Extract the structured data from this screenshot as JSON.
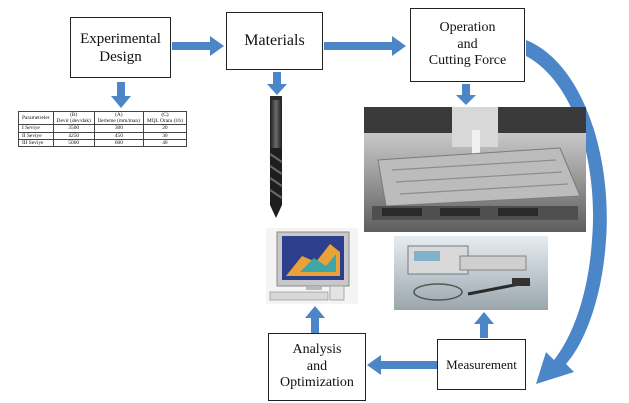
{
  "colors": {
    "arrow": "#4a86c8",
    "border": "#222222"
  },
  "boxes": {
    "experimental_design": "Experimental\nDesign",
    "materials": "Materials",
    "operation": "Operation\nand\nCutting Force",
    "measurement": "Measurement",
    "analysis": "Analysis\nand\nOptimization"
  },
  "table": {
    "headers": [
      "Parametreler",
      "(B)\nDevir (dev/dak)",
      "(A)\nİlerleme (mm/man)",
      "(C)\nMQL Oranı (l/h)"
    ],
    "rows": [
      [
        "I Seviye",
        "3500",
        "300",
        "20"
      ],
      [
        "II Seviye",
        "4250",
        "450",
        "30"
      ],
      [
        "III Seviye",
        "5000",
        "600",
        "40"
      ]
    ]
  }
}
